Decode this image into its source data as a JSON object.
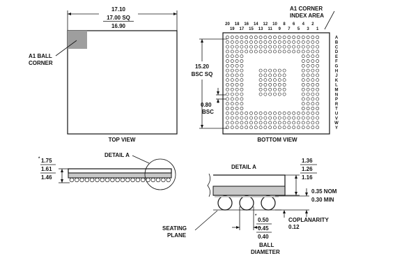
{
  "top_view": {
    "dim_outer": "17.10",
    "dim_nominal": "17.00 SQ",
    "dim_inner": "16.90",
    "a1_ball_line1": "A1 BALL",
    "a1_ball_line2": "CORNER",
    "caption": "TOP VIEW",
    "a1_marker_color": "#9e9e9e"
  },
  "bottom_view": {
    "corner_line1": "A1 CORNER",
    "corner_line2": "INDEX AREA",
    "cols_top": [
      "20",
      "18",
      "16",
      "14",
      "12",
      "10",
      "8",
      "6",
      "4",
      "2"
    ],
    "cols_bottom": [
      "19",
      "17",
      "15",
      "13",
      "11",
      "9",
      "7",
      "5",
      "3",
      "1"
    ],
    "rows": [
      "A",
      "B",
      "C",
      "D",
      "E",
      "F",
      "G",
      "H",
      "J",
      "K",
      "L",
      "M",
      "N",
      "P",
      "R",
      "T",
      "U",
      "V",
      "W",
      "Y"
    ],
    "dim_span_line1": "15.20",
    "dim_span_line2": "BSC SQ",
    "pitch_line1": "0.80",
    "pitch_line2": "BSC",
    "caption": "BOTTOM VIEW"
  },
  "side_view": {
    "marker": "*",
    "dim_max": "1.75",
    "dim_nom": "1.61",
    "dim_min": "1.46",
    "detail_label": "DETAIL A"
  },
  "detail_a": {
    "title": "DETAIL A",
    "dim_max": "1.36",
    "dim_nom": "1.26",
    "dim_min": "1.16",
    "standoff_nom": "0.35 NOM",
    "standoff_min": "0.30 MIN",
    "seating_line1": "SEATING",
    "seating_line2": "PLANE",
    "ball_marker": "*",
    "ball_max": "0.50",
    "ball_nom": "0.45",
    "ball_min": "0.40",
    "ball_label1": "BALL",
    "ball_label2": "DIAMETER",
    "coplanarity_line1": "COPLANARITY",
    "coplanarity_line2": "0.12"
  }
}
